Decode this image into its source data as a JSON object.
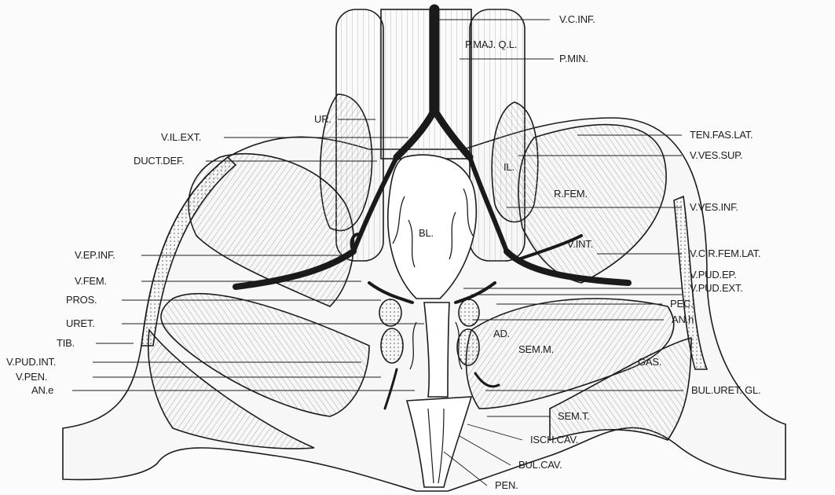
{
  "labels": {
    "v_c_inf": "V.C.INF.",
    "pmaj_ql": "P.MAJ. Q.L.",
    "pmin": "P.MIN.",
    "ur": "UR.",
    "v_il_ext": "V.IL.EXT.",
    "duct_def": "DUCT.DEF.",
    "il": "IL.",
    "ten_fas_lat": "TEN.FAS.LAT.",
    "v_ves_sup": "V.VES.SUP.",
    "r_fem": "R.FEM.",
    "v_ves_inf": "V.VES.INF.",
    "bl": "BL.",
    "v_int": "V.INT.",
    "v_ep_inf": "V.EP.INF.",
    "v_cir_fem_lat": "V.CIR.FEM.LAT.",
    "v_fem": "V.FEM.",
    "v_pud_ep": "V.PUD.EP.",
    "v_pud_ext": "V.PUD.EXT.",
    "pros": "PROS.",
    "pec": "PEC.",
    "uret": "URET.",
    "an_h": "AN.h",
    "ad": "AD.",
    "tib": "TIB.",
    "sem_m": "SEM.M.",
    "v_pud_int": "V.PUD.INT.",
    "gas": "GAS.",
    "v_pen": "V.PEN.",
    "an_e": "AN.e",
    "bul_uret_gl": "BUL.URET. GL.",
    "sem_t": "SEM.T.",
    "isch_cav": "ISCH.CAV.",
    "bul_cav": "BUL.CAV.",
    "pen": "PEN."
  },
  "colors": {
    "ink": "#1c1c1c",
    "background": "#fbfbfb",
    "vein": "#1a1a1a"
  }
}
